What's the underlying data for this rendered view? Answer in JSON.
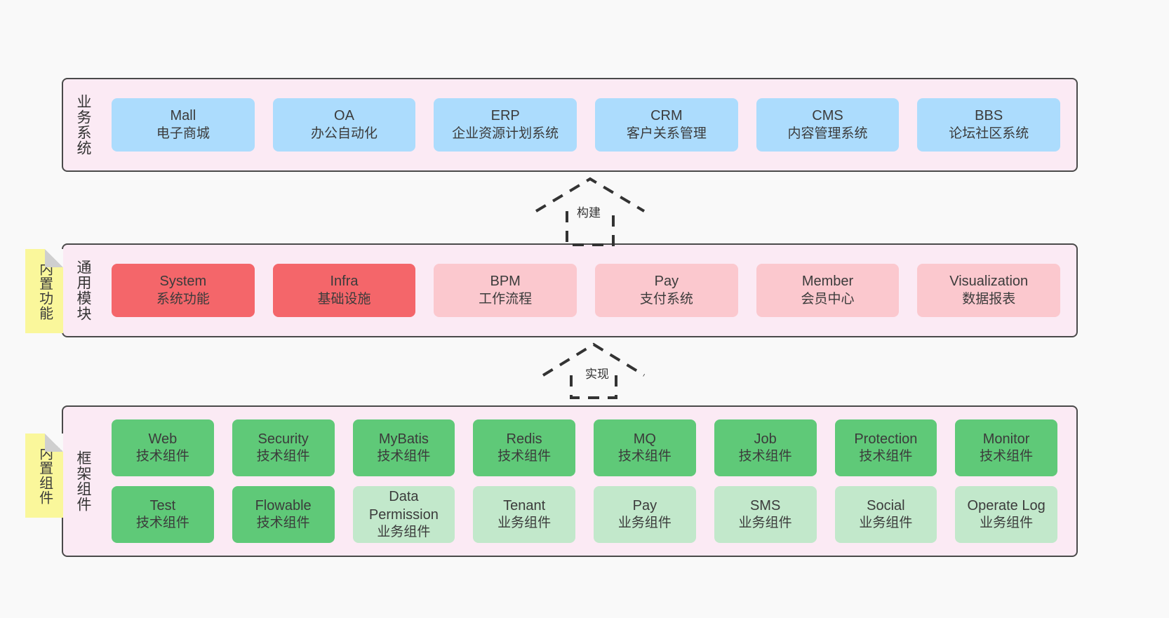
{
  "diagram": {
    "background_color": "#f9f9f9",
    "layers": [
      {
        "id": "business",
        "title": "业务系统",
        "card_color": "#ACDCFD",
        "cards": [
          {
            "name": "Mall",
            "sub": "电子商城"
          },
          {
            "name": "OA",
            "sub": "办公自动化"
          },
          {
            "name": "ERP",
            "sub": "企业资源计划系统"
          },
          {
            "name": "CRM",
            "sub": "客户关系管理"
          },
          {
            "name": "CMS",
            "sub": "内容管理系统"
          },
          {
            "name": "BBS",
            "sub": "论坛社区系统"
          }
        ]
      },
      {
        "id": "common",
        "title": "通用模块",
        "cards": [
          {
            "name": "System",
            "sub": "系统功能",
            "color": "#F4666A"
          },
          {
            "name": "Infra",
            "sub": "基础设施",
            "color": "#F4666A"
          },
          {
            "name": "BPM",
            "sub": "工作流程",
            "color": "#FBC8CE"
          },
          {
            "name": "Pay",
            "sub": "支付系统",
            "color": "#FBC8CE"
          },
          {
            "name": "Member",
            "sub": "会员中心",
            "color": "#FBC8CE"
          },
          {
            "name": "Visualization",
            "sub": "数据报表",
            "color": "#FBC8CE"
          }
        ]
      },
      {
        "id": "framework",
        "title": "框架组件",
        "rows": [
          [
            {
              "name": "Web",
              "sub": "技术组件",
              "color": "#5FC978"
            },
            {
              "name": "Security",
              "sub": "技术组件",
              "color": "#5FC978"
            },
            {
              "name": "MyBatis",
              "sub": "技术组件",
              "color": "#5FC978"
            },
            {
              "name": "Redis",
              "sub": "技术组件",
              "color": "#5FC978"
            },
            {
              "name": "MQ",
              "sub": "技术组件",
              "color": "#5FC978"
            },
            {
              "name": "Job",
              "sub": "技术组件",
              "color": "#5FC978"
            },
            {
              "name": "Protection",
              "sub": "技术组件",
              "color": "#5FC978"
            },
            {
              "name": "Monitor",
              "sub": "技术组件",
              "color": "#5FC978"
            }
          ],
          [
            {
              "name": "Test",
              "sub": "技术组件",
              "color": "#5FC978"
            },
            {
              "name": "Flowable",
              "sub": "技术组件",
              "color": "#5FC978"
            },
            {
              "name": "Data Permission",
              "sub": "业务组件",
              "color": "#C2E8CB"
            },
            {
              "name": "Tenant",
              "sub": "业务组件",
              "color": "#C2E8CB"
            },
            {
              "name": "Pay",
              "sub": "业务组件",
              "color": "#C2E8CB"
            },
            {
              "name": "SMS",
              "sub": "业务组件",
              "color": "#C2E8CB"
            },
            {
              "name": "Social",
              "sub": "业务组件",
              "color": "#C2E8CB"
            },
            {
              "name": "Operate Log",
              "sub": "业务组件",
              "color": "#C2E8CB"
            }
          ]
        ]
      }
    ],
    "notes": [
      {
        "id": "built-in-functions",
        "text": "内置功能",
        "color": "#FAF79B"
      },
      {
        "id": "built-in-components",
        "text": "内置组件",
        "color": "#FAF79B"
      }
    ],
    "arrows": [
      {
        "id": "build",
        "label": "构建",
        "style": "dashed-generalization"
      },
      {
        "id": "implement",
        "label": "实现",
        "style": "dashed-generalization"
      }
    ]
  }
}
